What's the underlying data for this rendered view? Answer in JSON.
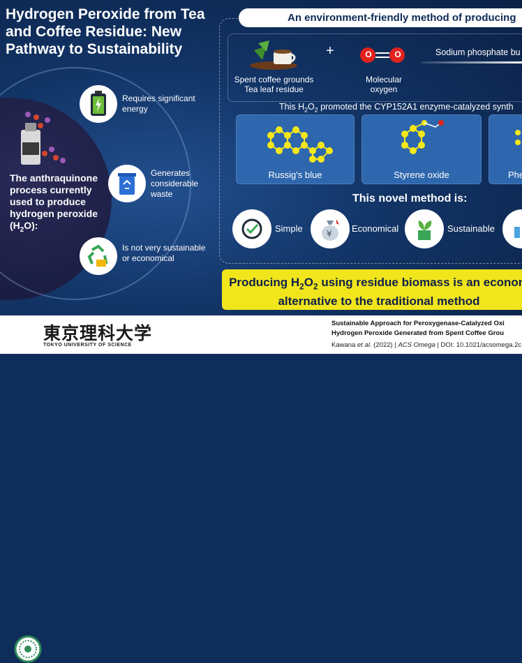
{
  "title": "Hydrogen Peroxide from Tea and Coffee Residue: New Pathway to Sustainability",
  "left": {
    "process_text_a": "The anthraquinone process currently used to produce hydrogen peroxide (H",
    "process_sub": "2",
    "process_o": "O",
    "process_text_b": "):",
    "items": [
      {
        "label": "Requires significant energy",
        "icon": "battery-icon"
      },
      {
        "label": "Generates considerable waste",
        "icon": "trash-bin-icon"
      },
      {
        "label": "Is not very sustainable or economical",
        "icon": "recycle-icon"
      }
    ]
  },
  "right": {
    "header": "An environment-friendly method of producing",
    "coffee_label": "Spent coffee grounds Tea leaf residue",
    "plus": "+",
    "oxygen_label": "Molecular oxygen",
    "oxygen_atom": "O",
    "buffer_label": "Sodium phosphate bu",
    "promo_a": "This H",
    "promo_sub1": "2",
    "promo_b": "O",
    "promo_sub2": "2",
    "promo_c": " promoted the CYP152A1 enzyme-catalyzed synth",
    "products": [
      "Russig's blue",
      "Styrene oxide",
      "Phe"
    ],
    "novel_title": "This novel method is:",
    "features": [
      {
        "label": "Simple",
        "icon": "clock-check-icon"
      },
      {
        "label": "Economical",
        "icon": "money-bag-icon"
      },
      {
        "label": "Sustainable",
        "icon": "plant-icon"
      },
      {
        "label": "",
        "icon": "lab-flask-icon"
      }
    ],
    "conclusion_a": "Producing H",
    "conclusion_sub": "2",
    "conclusion_b": "O",
    "conclusion_sub2": "2",
    "conclusion_c": " using residue biomass is an econom",
    "conclusion_line2": "alternative to the traditional method"
  },
  "footer": {
    "univ_jp": "東京理科大学",
    "univ_en": "TOKYO UNIVERSITY OF SCIENCE",
    "cite1": "Sustainable Approach for Peroxygenase-Catalyzed Oxi",
    "cite2": "Hydrogen Peroxide Generated from Spent Coffee Grou",
    "cite3_a": "Kawana ",
    "cite3_b": "et al.",
    "cite3_c": " (2022) | ",
    "cite3_d": "ACS Omega",
    "cite3_e": " | DOI: 10.1021/acsomega.2c"
  },
  "colors": {
    "accent_yellow": "#f1e51c",
    "card_blue": "#2e67ad",
    "bg_navy": "#123466"
  }
}
